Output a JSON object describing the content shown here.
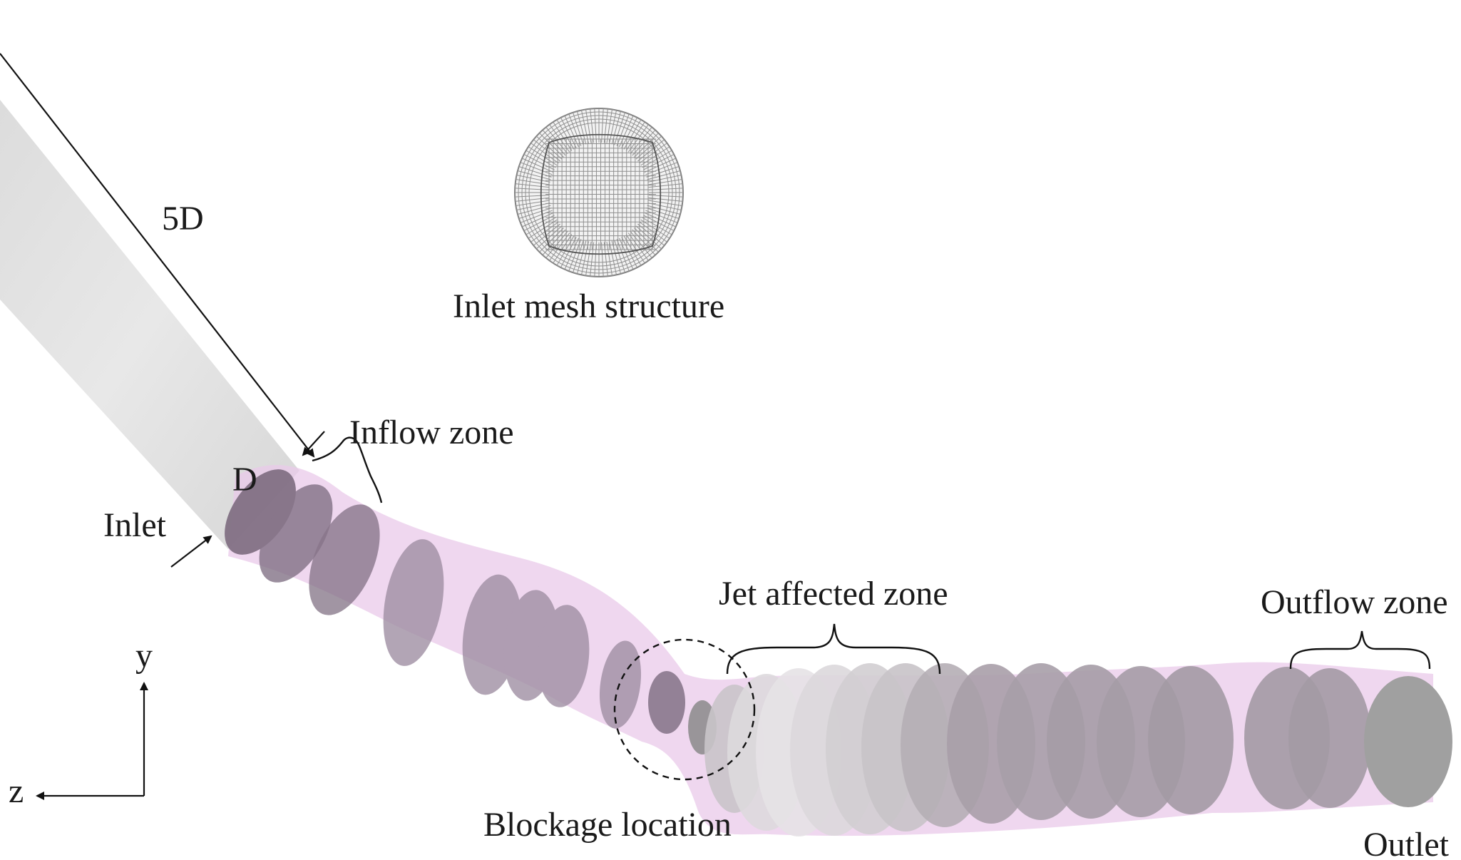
{
  "labels": {
    "five_d": "5D",
    "inlet_mesh": "Inlet mesh structure",
    "inflow_zone": "Inflow zone",
    "d": "D",
    "inlet": "Inlet",
    "jet_zone": "Jet affected zone",
    "outflow_zone": "Outflow zone",
    "blockage": "Blockage location",
    "outlet": "Outlet",
    "axis_y": "y",
    "axis_z": "z"
  },
  "colors": {
    "vessel_fill": "#e9c9ea",
    "inlet_pipe": "#d9d9d9",
    "cross_section": "#8a7a8c",
    "mesh_line": "#8f8f8f"
  }
}
